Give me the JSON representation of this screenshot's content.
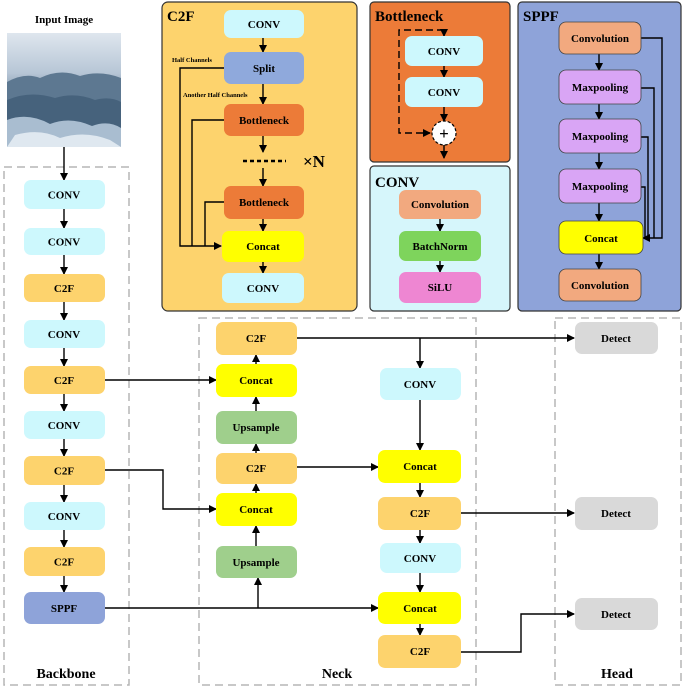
{
  "colors": {
    "conv": "#cdf8fd",
    "c2f": "#fdd36d",
    "bottleneck_box": "#ec7b38",
    "split": "#8fa9dc",
    "sppf": "#8ea3d9",
    "concat": "#ffff00",
    "upsample": "#9fcf8c",
    "detect": "#d9d9d9",
    "convolution": "#f2a97f",
    "batchnorm": "#7ed45c",
    "silu": "#ee86d2",
    "maxpooling": "#d9a5f5",
    "c2f_panel": "#fdd36d",
    "bottleneck_panel": "#ec7b38",
    "conv_panel": "#d6f6fb",
    "sppf_panel": "#8ea3d9"
  },
  "input": {
    "label": "Input Image"
  },
  "sections": {
    "backbone": "Backbone",
    "neck": "Neck",
    "head": "Head"
  },
  "c2f_panel": {
    "title": "C2F",
    "conv_top": "CONV",
    "split": "Split",
    "half_channels": "Half Channels",
    "another_half": "Another Half Channels",
    "bottleneck_1": "Bottleneck",
    "bottleneck_2": "Bottleneck",
    "times_n": "×N",
    "concat": "Concat",
    "conv_bottom": "CONV"
  },
  "bottleneck_panel": {
    "title": "Bottleneck",
    "conv_1": "CONV",
    "conv_2": "CONV",
    "add_symbol": "+"
  },
  "conv_panel": {
    "title": "CONV",
    "convolution": "Convolution",
    "batchnorm": "BatchNorm",
    "silu": "SiLU"
  },
  "sppf_panel": {
    "title": "SPPF",
    "convolution_top": "Convolution",
    "maxpool_1": "Maxpooling",
    "maxpool_2": "Maxpooling",
    "maxpool_3": "Maxpooling",
    "concat": "Concat",
    "convolution_bottom": "Convolution"
  },
  "backbone": {
    "blocks": [
      "CONV",
      "CONV",
      "C2F",
      "CONV",
      "C2F",
      "CONV",
      "C2F",
      "CONV",
      "C2F",
      "SPPF"
    ]
  },
  "neck": {
    "c2f_top": "C2F",
    "concat_1": "Concat",
    "upsample_1": "Upsample",
    "c2f_mid": "C2F",
    "concat_2": "Concat",
    "upsample_2": "Upsample",
    "conv_r1": "CONV",
    "concat_r1": "Concat",
    "c2f_r1": "C2F",
    "conv_r2": "CONV",
    "concat_r2": "Concat",
    "c2f_r2": "C2F"
  },
  "head": {
    "detect_1": "Detect",
    "detect_2": "Detect",
    "detect_3": "Detect"
  }
}
